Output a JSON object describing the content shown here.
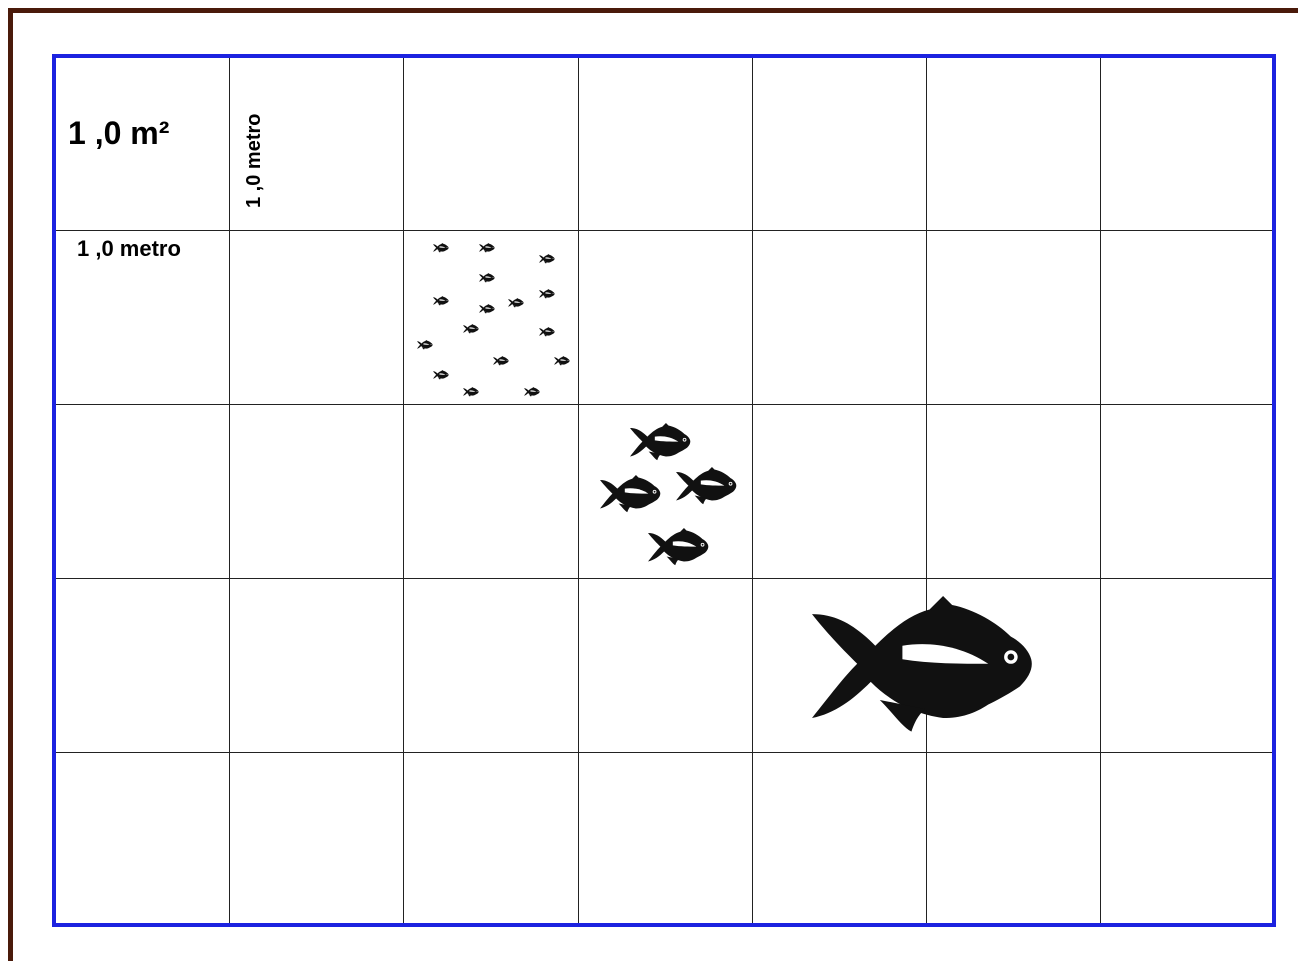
{
  "labels": {
    "area": "1 ,0 m²",
    "width": "1 ,0 metro",
    "height": "1 ,0 metro"
  },
  "grid": {
    "rows": 5,
    "cols": 7
  },
  "colors": {
    "outer_frame": "#4a1a0a",
    "grid_border": "#1c22e0",
    "grid_lines": "#222222",
    "fish": "#111111"
  },
  "fish_groups": [
    {
      "name": "tiny-fish-school",
      "count": 16,
      "cell": [
        1,
        2
      ]
    },
    {
      "name": "small-fish-group",
      "count": 4,
      "cell": [
        2,
        3
      ]
    },
    {
      "name": "large-fish",
      "count": 1,
      "cell": [
        3,
        4
      ]
    }
  ]
}
